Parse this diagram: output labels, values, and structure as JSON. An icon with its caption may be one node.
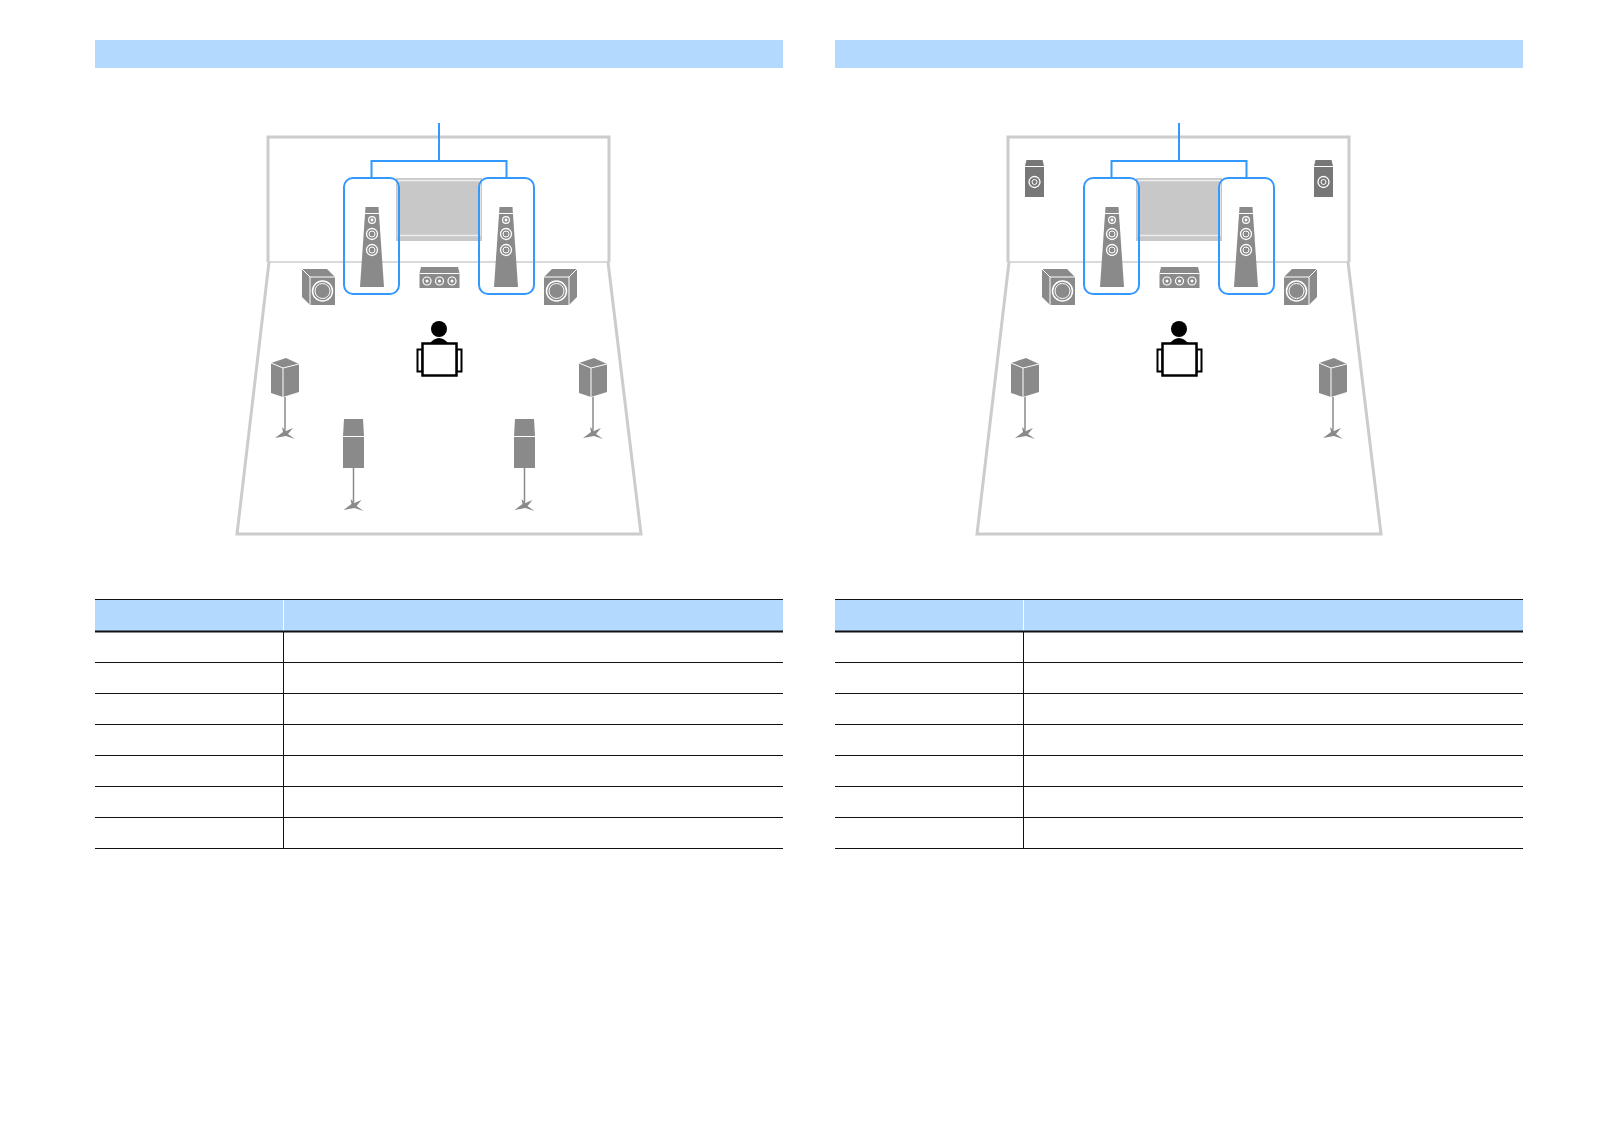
{
  "diagram": {
    "nodes": [
      {
        "text": [],
        "shape": "bar"
      },
      {
        "text": [],
        "shape": "box"
      },
      {
        "text": [],
        "shape": "box"
      },
      {
        "text": [],
        "shape": "bar"
      },
      {
        "text": [],
        "shape": "box"
      },
      {
        "text": [],
        "shape": "box"
      }
    ],
    "edges": [
      {
        "from": null,
        "to": 1,
        "arrow": "none"
      },
      {
        "from": null,
        "to": 2,
        "arrow": "none"
      },
      {
        "from": null,
        "to": 4,
        "arrow": "none"
      },
      {
        "from": null,
        "to": 5,
        "arrow": "none"
      }
    ]
  }
}
